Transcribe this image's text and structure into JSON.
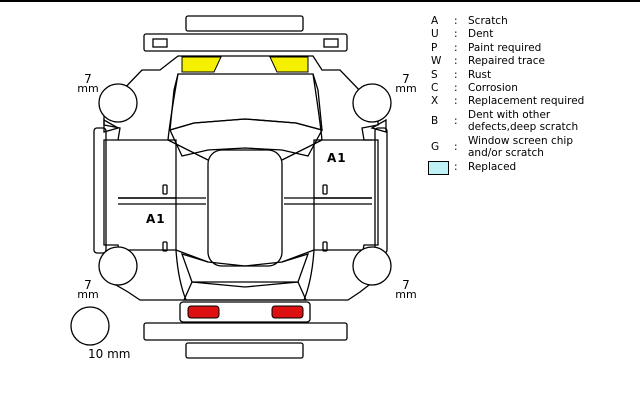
{
  "diagram": {
    "tire_depth_front_left": {
      "value": "7",
      "unit": "mm"
    },
    "tire_depth_front_right": {
      "value": "7",
      "unit": "mm"
    },
    "tire_depth_rear_left": {
      "value": "7",
      "unit": "mm"
    },
    "tire_depth_rear_right": {
      "value": "7",
      "unit": "mm"
    },
    "spare_tire_depth": "10 mm",
    "damage_marks": {
      "right_front_door": "A1",
      "left_rear_door": "A1"
    },
    "colors": {
      "headlight": "#f5f000",
      "taillight": "#dd1111",
      "replaced": "#bff2f7",
      "outline": "#000000"
    }
  },
  "legend": [
    {
      "code": "A",
      "sep": ":",
      "desc": "Scratch"
    },
    {
      "code": "U",
      "sep": ":",
      "desc": "Dent"
    },
    {
      "code": "P",
      "sep": ":",
      "desc": "Paint required"
    },
    {
      "code": "W",
      "sep": ":",
      "desc": "Repaired trace"
    },
    {
      "code": "S",
      "sep": ":",
      "desc": "Rust"
    },
    {
      "code": "C",
      "sep": ":",
      "desc": "Corrosion"
    },
    {
      "code": "X",
      "sep": ":",
      "desc": "Replacement required"
    },
    {
      "code": "B",
      "sep": ":",
      "desc": "Dent with other defects,deep scratch"
    },
    {
      "code": "G",
      "sep": ":",
      "desc": "Window screen chip and/or scratch"
    },
    {
      "code": "",
      "sep": ":",
      "desc": "Replaced"
    }
  ]
}
